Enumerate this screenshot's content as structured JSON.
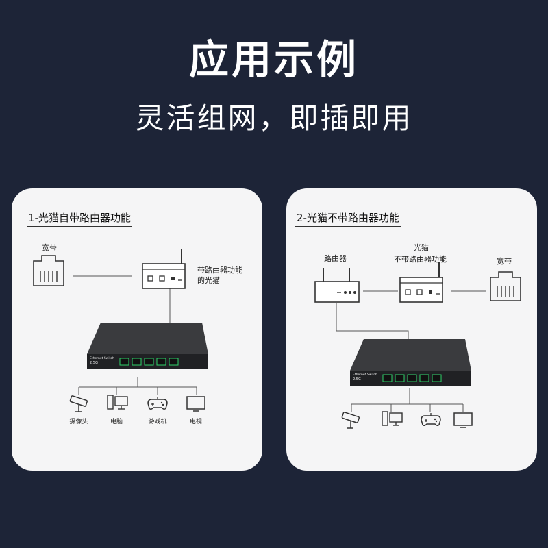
{
  "header": {
    "title": "应用示例",
    "subtitle": "灵活组网，即插即用"
  },
  "left_card": {
    "heading": "1-光猫自带路由器功能",
    "broadband_label": "宽带",
    "modem_label_line1": "带路由器功能",
    "modem_label_line2": "的光猫",
    "switch_text": "Ethernet Switch",
    "switch_model": "2.5G",
    "devices": [
      "摄像头",
      "电脑",
      "游戏机",
      "电视"
    ]
  },
  "right_card": {
    "heading": "2-光猫不带路由器功能",
    "router_label": "路由器",
    "modem_label_line1": "光猫",
    "modem_label_line2": "不带路由器功能",
    "broadband_label": "宽带",
    "switch_text": "Ethernet Switch",
    "switch_model": "2.5G"
  },
  "colors": {
    "background": "#1d2437",
    "card": "#f5f5f6",
    "line": "#555555",
    "switch_body": "#2a2b2e",
    "port_led": "#2fd46a"
  }
}
